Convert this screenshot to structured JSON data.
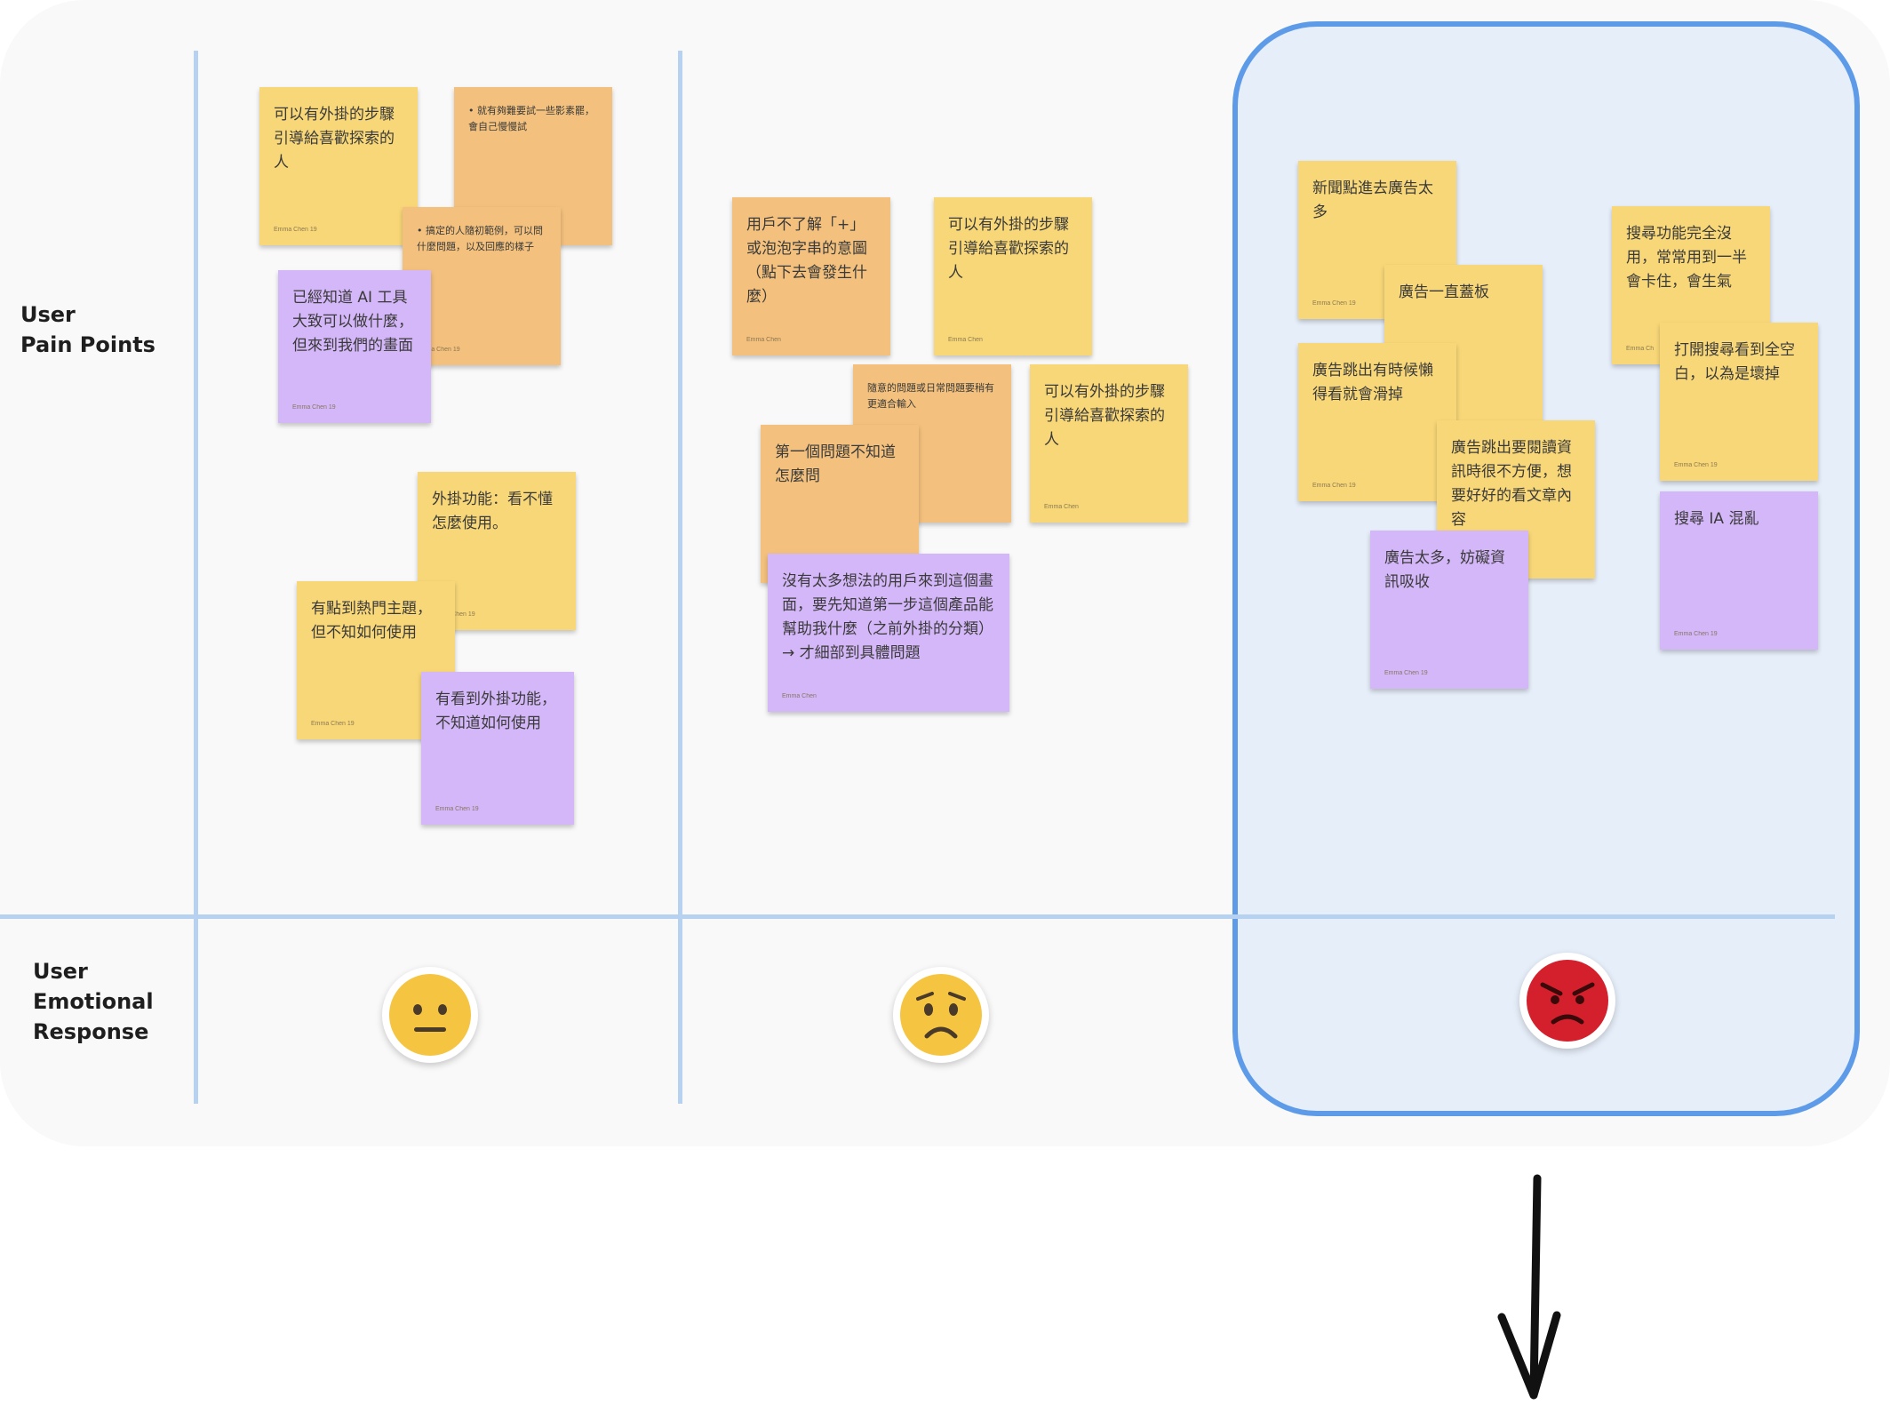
{
  "rows": {
    "pain_points": "User\nPain Points",
    "emotional_response": "User\nEmotional\nResponse"
  },
  "columns": [
    {
      "notes": [
        {
          "text": "可以有外掛的步驟引導給喜歡探索的人",
          "author": "Emma Chen 19",
          "color": "yellow"
        },
        {
          "text": "• 就有夠難要試一些影素罷，會自己慢慢試",
          "author": "",
          "color": "orange"
        },
        {
          "text": "• 搞定的人隨初範例，可以問什麼問題，以及回應的樣子",
          "author": "Emma Chen 19",
          "color": "orange"
        },
        {
          "text": "已經知道 AI 工具大致可以做什麼，但來到我們的畫面",
          "author": "Emma Chen 19",
          "color": "purple"
        },
        {
          "text": "外掛功能：看不懂怎麼使用。",
          "author": "Emma Chen 19",
          "color": "yellow"
        },
        {
          "text": "有點到熱門主題，但不知如何使用",
          "author": "Emma Chen 19",
          "color": "yellow"
        },
        {
          "text": "有看到外掛功能，不知道如何使用",
          "author": "Emma Chen 19",
          "color": "purple"
        }
      ],
      "emotion": "neutral-face-icon"
    },
    {
      "notes": [
        {
          "text": "用戶不了解「+」或泡泡字串的意圖（點下去會發生什麼）",
          "author": "Emma Chen",
          "color": "orange"
        },
        {
          "text": "可以有外掛的步驟引導給喜歡探索的人",
          "author": "Emma Chen",
          "color": "yellow"
        },
        {
          "text": "隨意的問題或日常問題要稍有更適合輸入",
          "author": "",
          "color": "orange"
        },
        {
          "text": "可以有外掛的步驟引導給喜歡探索的人",
          "author": "Emma Chen",
          "color": "yellow"
        },
        {
          "text": "第一個問題不知道怎麼問",
          "author": "",
          "color": "orange"
        },
        {
          "text": "沒有太多想法的用戶來到這個畫面，要先知道第一步這個產品能幫助我什麼（之前外掛的分類）→ 才細部到具體問題",
          "author": "Emma Chen",
          "color": "purple"
        }
      ],
      "emotion": "worried-face-icon"
    },
    {
      "notes": [
        {
          "text": "新聞點進去廣告太多",
          "author": "Emma Chen 19",
          "color": "yellow"
        },
        {
          "text": "廣告一直蓋板",
          "author": "",
          "color": "yellow"
        },
        {
          "text": "廣告跳出有時候懶得看就會滑掉",
          "author": "Emma Chen 19",
          "color": "yellow"
        },
        {
          "text": "廣告跳出要閱讀資訊時很不方便，想要好好的看文章內容",
          "author": "",
          "color": "yellow"
        },
        {
          "text": "廣告太多，妨礙資訊吸收",
          "author": "Emma Chen 19",
          "color": "purple"
        },
        {
          "text": "搜尋功能完全沒用，常常用到一半會卡住，會生氣",
          "author": "Emma Ch",
          "color": "yellow"
        },
        {
          "text": "打開搜尋看到全空白，以為是壞掉",
          "author": "Emma Chen 19",
          "color": "yellow"
        },
        {
          "text": "搜尋 IA 混亂",
          "author": "Emma Chen 19",
          "color": "purple"
        }
      ],
      "emotion": "angry-face-icon"
    }
  ],
  "colors": {
    "divider": "#b7d1f1",
    "focus_border": "#5d9be9",
    "focus_fill": "#e6eef9",
    "sticky_yellow": "#f8d778",
    "sticky_orange": "#f3c17d",
    "sticky_purple": "#d4b7f8",
    "angry_red": "#d4202c"
  }
}
